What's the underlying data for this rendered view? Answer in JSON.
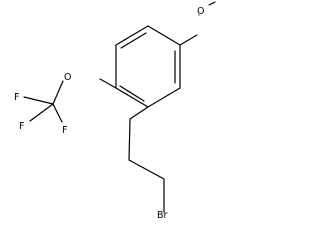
{
  "molecule": {
    "atoms": {
      "oxygen_methoxy": "O",
      "oxygen_ether": "O",
      "fluorine_1": "F",
      "fluorine_2": "F",
      "fluorine_3": "F",
      "bromine": "Br"
    }
  }
}
